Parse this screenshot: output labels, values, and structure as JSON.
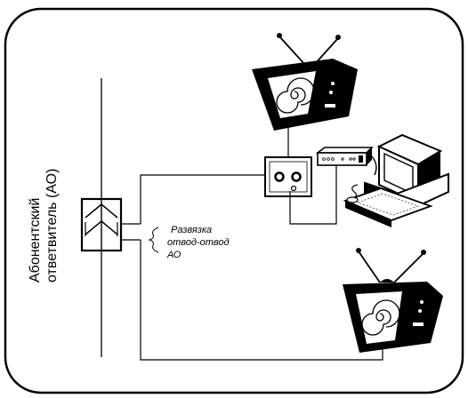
{
  "labels": {
    "vertical_line1": "Абонентский",
    "vertical_line2": "ответвитель (АО)",
    "annotation_line1": "Развязка",
    "annotation_line2": "отвод-отвод",
    "annotation_line3": "АО"
  },
  "icons": {
    "tv_top": "tv-icon",
    "tv_bottom": "tv-icon",
    "computer": "computer-icon",
    "modem": "cable-modem-icon",
    "wall_socket": "wall-socket-icon",
    "tap": "subscriber-tap-icon"
  },
  "colors": {
    "line": "#000000",
    "background": "#ffffff"
  }
}
